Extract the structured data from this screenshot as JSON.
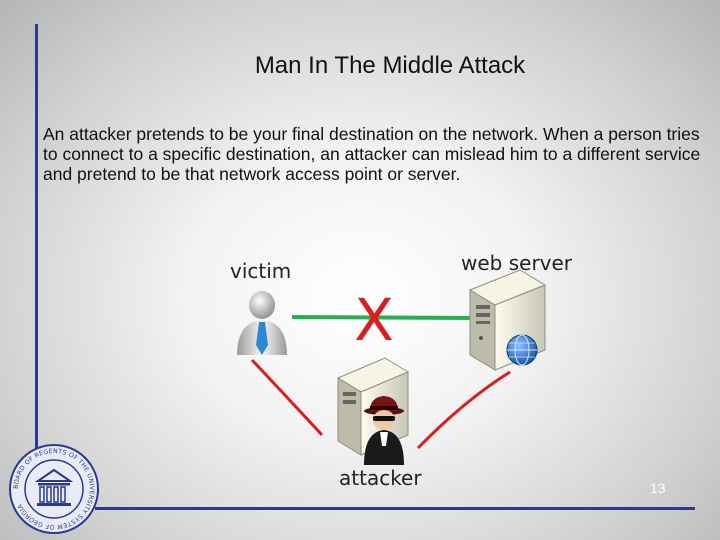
{
  "slide": {
    "title": "Man In The Middle Attack",
    "body": "An attacker pretends to be your final destination on the network. When a person tries to connect to a specific destination, an attacker can mislead him to a different service and pretend to be that network access point or server.",
    "page_number": "13"
  },
  "diagram": {
    "nodes": {
      "victim": "victim",
      "web_server": "web server",
      "attacker": "attacker"
    },
    "blocked_marker": "X",
    "colors": {
      "direct_link": "#22b14c",
      "attack_path": "#d81e1e",
      "accent": "#2b3990"
    },
    "icons": [
      "person-icon",
      "server-icon",
      "globe-icon",
      "spy-icon"
    ]
  },
  "logo": {
    "text": "BOARD OF REGENTS OF THE UNIVERSITY SYSTEM OF GEORGIA"
  }
}
